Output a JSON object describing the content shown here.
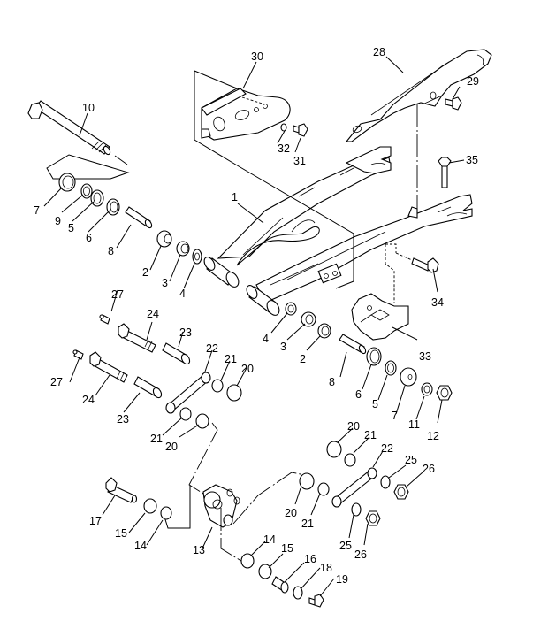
{
  "diagram": {
    "title": "",
    "type": "exploded-parts-diagram",
    "subject": "rear swingarm and suspension linkage",
    "callouts": [
      {
        "id": "c1",
        "label": "1",
        "part": "swingarm"
      },
      {
        "id": "c2a",
        "label": "2",
        "part": "bushing"
      },
      {
        "id": "c3a",
        "label": "3",
        "part": "bushing"
      },
      {
        "id": "c4a",
        "label": "4",
        "part": "oil-seal"
      },
      {
        "id": "c2b",
        "label": "2",
        "part": "bushing"
      },
      {
        "id": "c3b",
        "label": "3",
        "part": "bushing"
      },
      {
        "id": "c4b",
        "label": "4",
        "part": "oil-seal"
      },
      {
        "id": "c5a",
        "label": "5",
        "part": "washer"
      },
      {
        "id": "c5b",
        "label": "5",
        "part": "washer"
      },
      {
        "id": "c6a",
        "label": "6",
        "part": "seal"
      },
      {
        "id": "c6b",
        "label": "6",
        "part": "seal"
      },
      {
        "id": "c7a",
        "label": "7",
        "part": "cap"
      },
      {
        "id": "c7b",
        "label": "7",
        "part": "cap"
      },
      {
        "id": "c8a",
        "label": "8",
        "part": "collar"
      },
      {
        "id": "c8b",
        "label": "8",
        "part": "collar"
      },
      {
        "id": "c9",
        "label": "9",
        "part": "washer"
      },
      {
        "id": "c10",
        "label": "10",
        "part": "pivot-shaft"
      },
      {
        "id": "c11",
        "label": "11",
        "part": "washer"
      },
      {
        "id": "c12",
        "label": "12",
        "part": "nut"
      },
      {
        "id": "c13",
        "label": "13",
        "part": "relay-arm"
      },
      {
        "id": "c14a",
        "label": "14",
        "part": "seal"
      },
      {
        "id": "c14b",
        "label": "14",
        "part": "seal"
      },
      {
        "id": "c15a",
        "label": "15",
        "part": "bushing"
      },
      {
        "id": "c15b",
        "label": "15",
        "part": "bushing"
      },
      {
        "id": "c16",
        "label": "16",
        "part": "collar"
      },
      {
        "id": "c17",
        "label": "17",
        "part": "bolt"
      },
      {
        "id": "c18",
        "label": "18",
        "part": "washer"
      },
      {
        "id": "c19",
        "label": "19",
        "part": "bolt"
      },
      {
        "id": "c20a",
        "label": "20",
        "part": "collar"
      },
      {
        "id": "c20b",
        "label": "20",
        "part": "collar"
      },
      {
        "id": "c20c",
        "label": "20",
        "part": "collar"
      },
      {
        "id": "c20d",
        "label": "20",
        "part": "collar"
      },
      {
        "id": "c21a",
        "label": "21",
        "part": "seal"
      },
      {
        "id": "c21b",
        "label": "21",
        "part": "seal"
      },
      {
        "id": "c21c",
        "label": "21",
        "part": "seal"
      },
      {
        "id": "c21d",
        "label": "21",
        "part": "seal"
      },
      {
        "id": "c22a",
        "label": "22",
        "part": "connecting-rod"
      },
      {
        "id": "c22b",
        "label": "22",
        "part": "connecting-rod"
      },
      {
        "id": "c23a",
        "label": "23",
        "part": "collar"
      },
      {
        "id": "c23b",
        "label": "23",
        "part": "collar"
      },
      {
        "id": "c24a",
        "label": "24",
        "part": "bolt"
      },
      {
        "id": "c24b",
        "label": "24",
        "part": "bolt"
      },
      {
        "id": "c25a",
        "label": "25",
        "part": "washer"
      },
      {
        "id": "c25b",
        "label": "25",
        "part": "washer"
      },
      {
        "id": "c26a",
        "label": "26",
        "part": "nut"
      },
      {
        "id": "c26b",
        "label": "26",
        "part": "nut"
      },
      {
        "id": "c27a",
        "label": "27",
        "part": "grease-nipple"
      },
      {
        "id": "c27b",
        "label": "27",
        "part": "grease-nipple"
      },
      {
        "id": "c28",
        "label": "28",
        "part": "chain-guard"
      },
      {
        "id": "c29",
        "label": "29",
        "part": "bolt"
      },
      {
        "id": "c30",
        "label": "30",
        "part": "chain-support"
      },
      {
        "id": "c31",
        "label": "31",
        "part": "bolt"
      },
      {
        "id": "c32",
        "label": "32",
        "part": "washer"
      },
      {
        "id": "c33",
        "label": "33",
        "part": "chain-guide"
      },
      {
        "id": "c34",
        "label": "34",
        "part": "bolt"
      },
      {
        "id": "c35",
        "label": "35",
        "part": "bolt"
      }
    ]
  }
}
